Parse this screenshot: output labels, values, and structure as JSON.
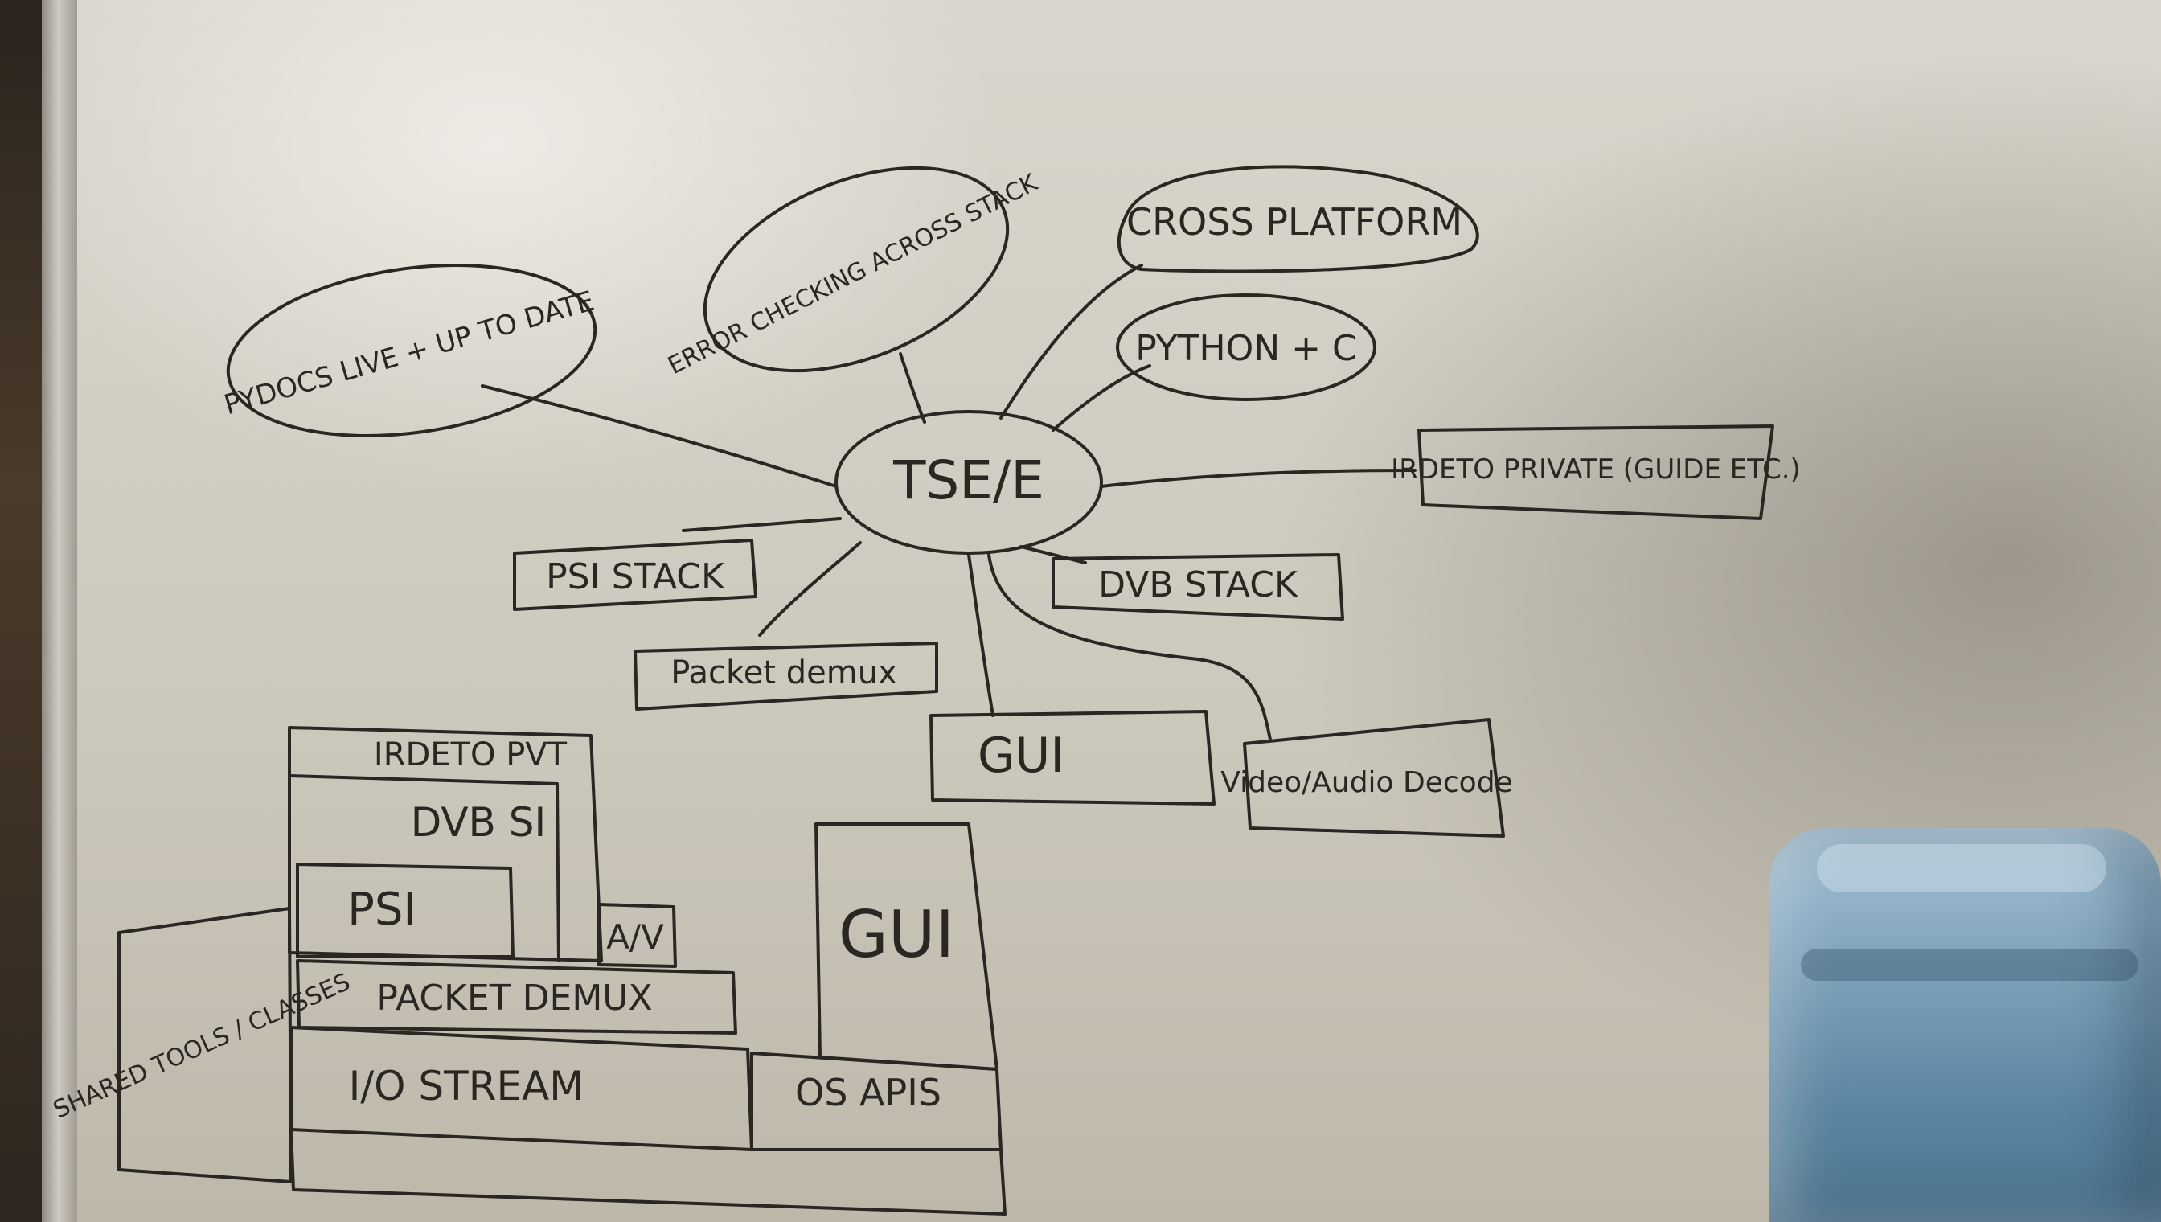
{
  "scene": {
    "type": "whiteboard photo",
    "board_color": "#d4d0c6",
    "ink_color": "#2a2622",
    "jug_color": "#7ea3bc"
  },
  "mind_map": {
    "center": "TSE/E",
    "nodes": [
      "PYDOCS LIVE + UP TO DATE",
      "ERROR CHECKING ACROSS STACK",
      "CROSS PLATFORM",
      "PYTHON + C",
      "IRDETO PRIVATE (GUIDE ETC.)",
      "PSI STACK",
      "DVB STACK",
      "Packet demux",
      "GUI",
      "Video/Audio Decode"
    ]
  },
  "stack_diagram": {
    "layers": [
      "IRDETO PVT",
      "DVB SI",
      "PSI",
      "A/V",
      "SHARED TOOLS / CLASSES",
      "PACKET DEMUX",
      "I/O STREAM",
      "GUI",
      "OS APIS"
    ]
  }
}
